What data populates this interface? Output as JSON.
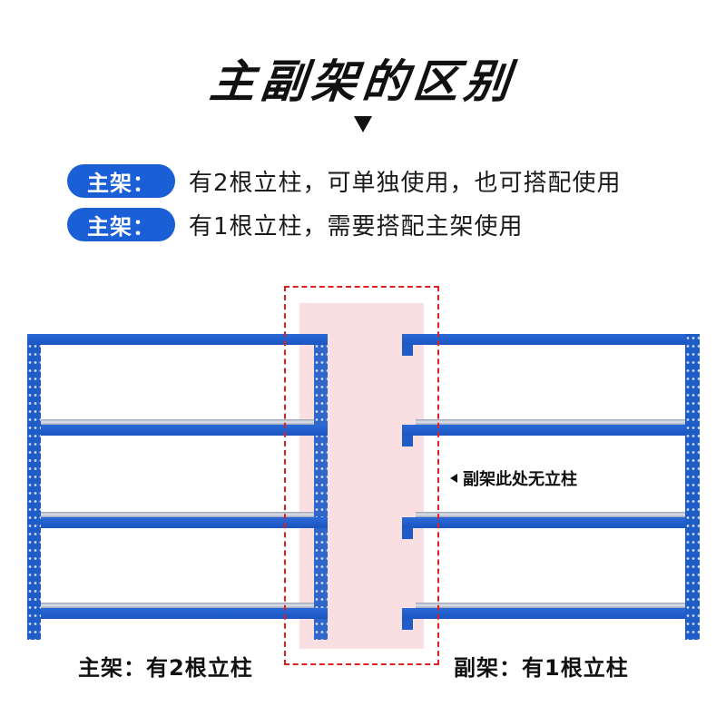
{
  "header": {
    "title": "主副架的区别",
    "arrow_icon": "down-triangle"
  },
  "rows": [
    {
      "badge": "主架：",
      "text": "有2根立柱，可单独使用，也可搭配使用"
    },
    {
      "badge": "主架：",
      "text": "有1根立柱，需要搭配主架使用"
    }
  ],
  "diagram": {
    "note": "副架此处无立柱",
    "note_icon": "left-triangle",
    "main_label": "主架：有2根立柱",
    "sub_label": "副架：有1根立柱",
    "colors": {
      "badge": "#1a5fd6",
      "rack_blue": "#1e5cc8",
      "highlight_pink": "#f9dfe1",
      "dash_red": "#e02020"
    }
  }
}
